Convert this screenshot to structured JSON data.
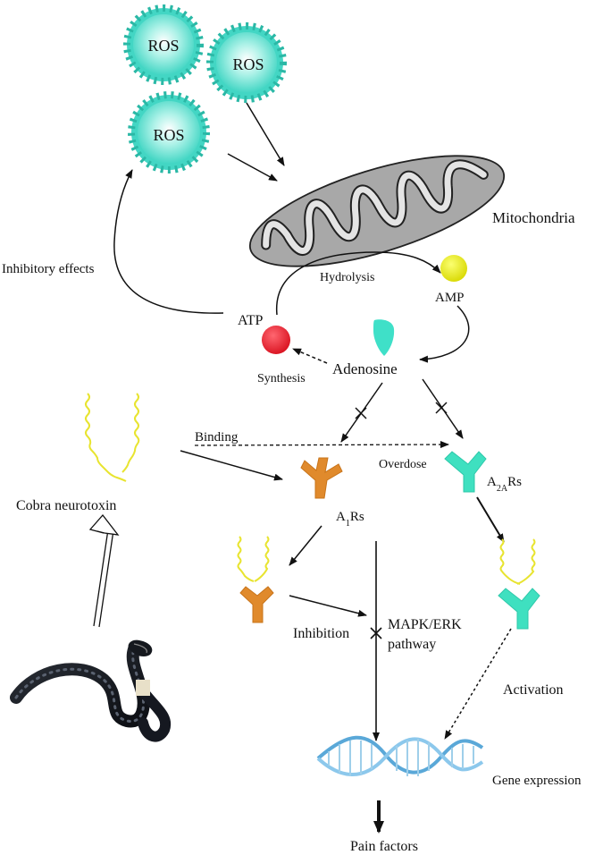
{
  "labels": {
    "ros_1": "ROS",
    "ros_2": "ROS",
    "ros_3": "ROS",
    "mitochondria": "Mitochondria",
    "hydrolysis": "Hydrolysis",
    "amp": "AMP",
    "atp": "ATP",
    "inhibitory_effects": "Inhibitory effects",
    "synthesis": "Synthesis",
    "adenosine": "Adenosine",
    "binding": "Binding",
    "overdose": "Overdose",
    "cobra_neurotoxin": "Cobra neurotoxin",
    "a1rs_main": "A",
    "a1rs_sub": "1",
    "a1rs_tail": "Rs",
    "a2ars_main": "A",
    "a2ars_sub": "2A",
    "a2ars_tail": "Rs",
    "inhibition": "Inhibition",
    "mapk_line1": "MAPK/ERK",
    "mapk_line2": "pathway",
    "activation": "Activation",
    "gene_expression": "Gene expression",
    "pain_factors": "Pain factors"
  },
  "colors": {
    "ros": "#43d6c4",
    "atp": "#ee2233",
    "amp": "#e8e81a",
    "adenosine": "#3fe0c8",
    "a1_receptor": "#e08a2c",
    "a2a_receptor": "#3fe0c0",
    "toxin": "#e8e430",
    "dna": "#5aa8d8",
    "mitochondria": "#a8a8a8"
  }
}
